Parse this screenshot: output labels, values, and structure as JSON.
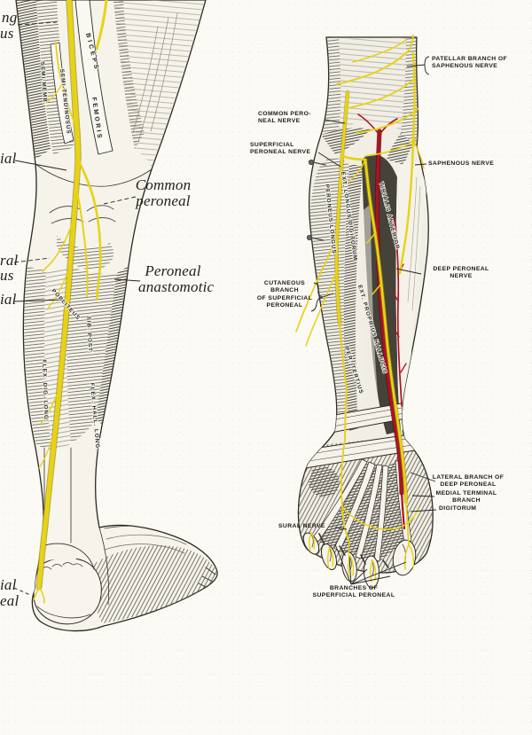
{
  "colors": {
    "nerve_yellow": "#e8d215",
    "artery_red": "#a91320",
    "ink": "#262420"
  },
  "left_figure": {
    "view": "posterior-leg",
    "cut_labels": {
      "f_ng": "ng",
      "f_us": "us",
      "f_ial_1": "ial",
      "f_ral": "ral",
      "f_us_2": "us",
      "f_ial_2": "ial",
      "f_ial_3": "ial",
      "f_eal": "eal"
    },
    "labels": {
      "common_peroneal": "Common\nperoneal",
      "peroneal_anastomotic": "Peroneal\nanastomotic"
    },
    "muscles": {
      "semimemb": "SEMI-MEMB.",
      "semitendinosus": "SEMI-TENDINOSUS",
      "biceps": "BICEPS",
      "femoris": "FEMORIS",
      "popliteus": "POPLITEUS",
      "tib_post": "TIB. POST.",
      "flex_dig_long": "FLEX. DIG. LONG.",
      "flex_hall_long": "FLEX. HALL. LONG."
    }
  },
  "right_figure": {
    "view": "anterior-leg-and-dorsum-of-foot",
    "labels": {
      "patellar_branch": "PATELLAR BRANCH OF\nSAPHENOUS NERVE",
      "common_peroneal": "COMMON PERO-\nNEAL NERVE",
      "superficial_peroneal": "SUPERFICIAL\nPERONEAL NERVE",
      "saphenous": "SAPHENOUS NERVE",
      "deep_peroneal": "DEEP PERONEAL\nNERVE",
      "cutaneous_branch": "CUTANEOUS BRANCH\nOF SUPERFICIAL\nPERONEAL",
      "lateral_branch": "LATERAL BRANCH OF\nDEEP PERONEAL",
      "medial_terminal": "MEDIAL TERMINAL\nBRANCH",
      "digitorum": "DIGITORUM",
      "sural": "SURAL NERVE",
      "branches_of": "BRANCHES OF\nSUPERFICIAL PERONEAL"
    },
    "muscles": {
      "peroneus_longus": "PERONEUS LONGUS",
      "ext_longus_digitorum": "EXT. LONGUS DIGITORUM",
      "tibialis_anterior": "TIBIALIS ANTERIOR",
      "ext_proprius_hallucis": "EXT. PROPRIUS HALLUCIS",
      "per_tertius": "PER. TERTIUS"
    }
  }
}
